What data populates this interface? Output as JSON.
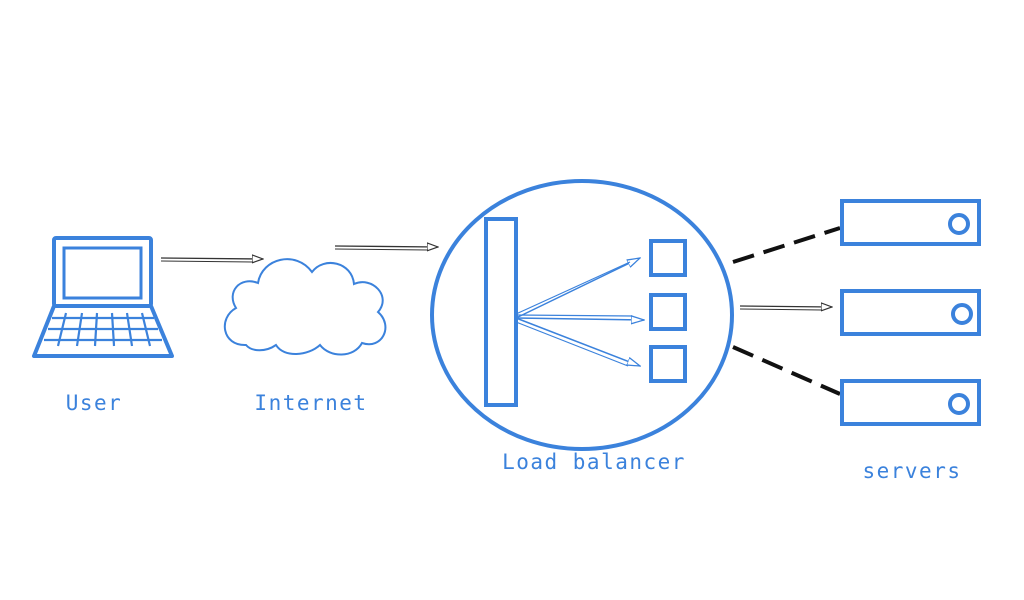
{
  "labels": {
    "user": "User",
    "internet": "Internet",
    "load_balancer": "Load balancer",
    "servers": "servers"
  },
  "colors": {
    "primary": "#3b82dc",
    "arrow": "#333333",
    "connector": "#111111",
    "background": "#ffffff"
  },
  "icons": [
    "laptop-icon",
    "cloud-icon",
    "load-balancer-icon",
    "server-icon"
  ]
}
